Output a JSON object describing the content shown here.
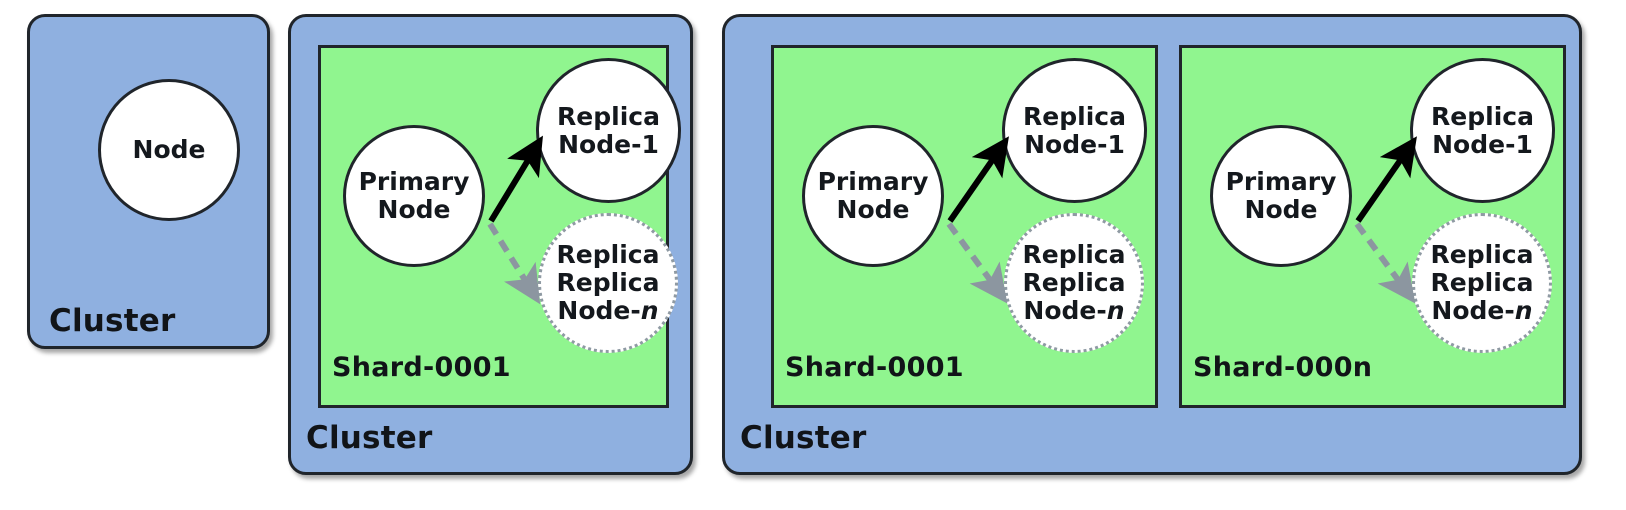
{
  "diagram": {
    "title": "OpenSearch cluster, shard and node topology",
    "colors": {
      "cluster_fill": "#8FB0E0",
      "shard_fill": "#90F58F",
      "node_fill": "#FFFFFF",
      "border": "#20252B",
      "solid_arrow": "#000000",
      "dashed_arrow": "#8C96A0"
    },
    "labels": {
      "cluster": "Cluster",
      "node": "Node",
      "primary_node": "Primary Node",
      "replica_node_1": "Replica Node-1",
      "replica_node_n_prefix": "Replica Node-",
      "replica_node_n_suffix": "n",
      "shard_0001": "Shard-0001",
      "shard_000n": "Shard-000n"
    },
    "clusters": [
      {
        "id": "cluster-single-node",
        "label": "Cluster",
        "shards": [],
        "nodes": [
          {
            "id": "node",
            "line1": "Node",
            "line2": "",
            "style": "solid"
          }
        ]
      },
      {
        "id": "cluster-single-shard",
        "label": "Cluster",
        "shards": [
          {
            "id": "shard-0001",
            "label": "Shard-0001",
            "nodes": [
              {
                "id": "primary-node",
                "line1": "Primary",
                "line2": "Node",
                "style": "solid"
              },
              {
                "id": "replica-node-1",
                "line1": "Replica",
                "line2": "Node-1",
                "style": "solid"
              },
              {
                "id": "replica-node-n",
                "line1": "Replica",
                "line2": "Node-n",
                "style": "dotted"
              }
            ],
            "edges": [
              {
                "from": "primary-node",
                "to": "replica-node-1",
                "style": "solid"
              },
              {
                "from": "primary-node",
                "to": "replica-node-n",
                "style": "dashed"
              }
            ]
          }
        ]
      },
      {
        "id": "cluster-multi-shard",
        "label": "Cluster",
        "shards": [
          {
            "id": "shard-0001-b",
            "label": "Shard-0001",
            "nodes": [
              {
                "id": "primary-node",
                "line1": "Primary",
                "line2": "Node",
                "style": "solid"
              },
              {
                "id": "replica-node-1",
                "line1": "Replica",
                "line2": "Node-1",
                "style": "solid"
              },
              {
                "id": "replica-node-n",
                "line1": "Replica",
                "line2": "Node-n",
                "style": "dotted"
              }
            ],
            "edges": [
              {
                "from": "primary-node",
                "to": "replica-node-1",
                "style": "solid"
              },
              {
                "from": "primary-node",
                "to": "replica-node-n",
                "style": "dashed"
              }
            ]
          },
          {
            "id": "shard-000n",
            "label": "Shard-000n",
            "nodes": [
              {
                "id": "primary-node",
                "line1": "Primary",
                "line2": "Node",
                "style": "solid"
              },
              {
                "id": "replica-node-1",
                "line1": "Replica",
                "line2": "Node-1",
                "style": "solid"
              },
              {
                "id": "replica-node-n",
                "line1": "Replica",
                "line2": "Node-n",
                "style": "dotted"
              }
            ],
            "edges": [
              {
                "from": "primary-node",
                "to": "replica-node-1",
                "style": "solid"
              },
              {
                "from": "primary-node",
                "to": "replica-node-n",
                "style": "dashed"
              }
            ]
          }
        ]
      }
    ]
  }
}
